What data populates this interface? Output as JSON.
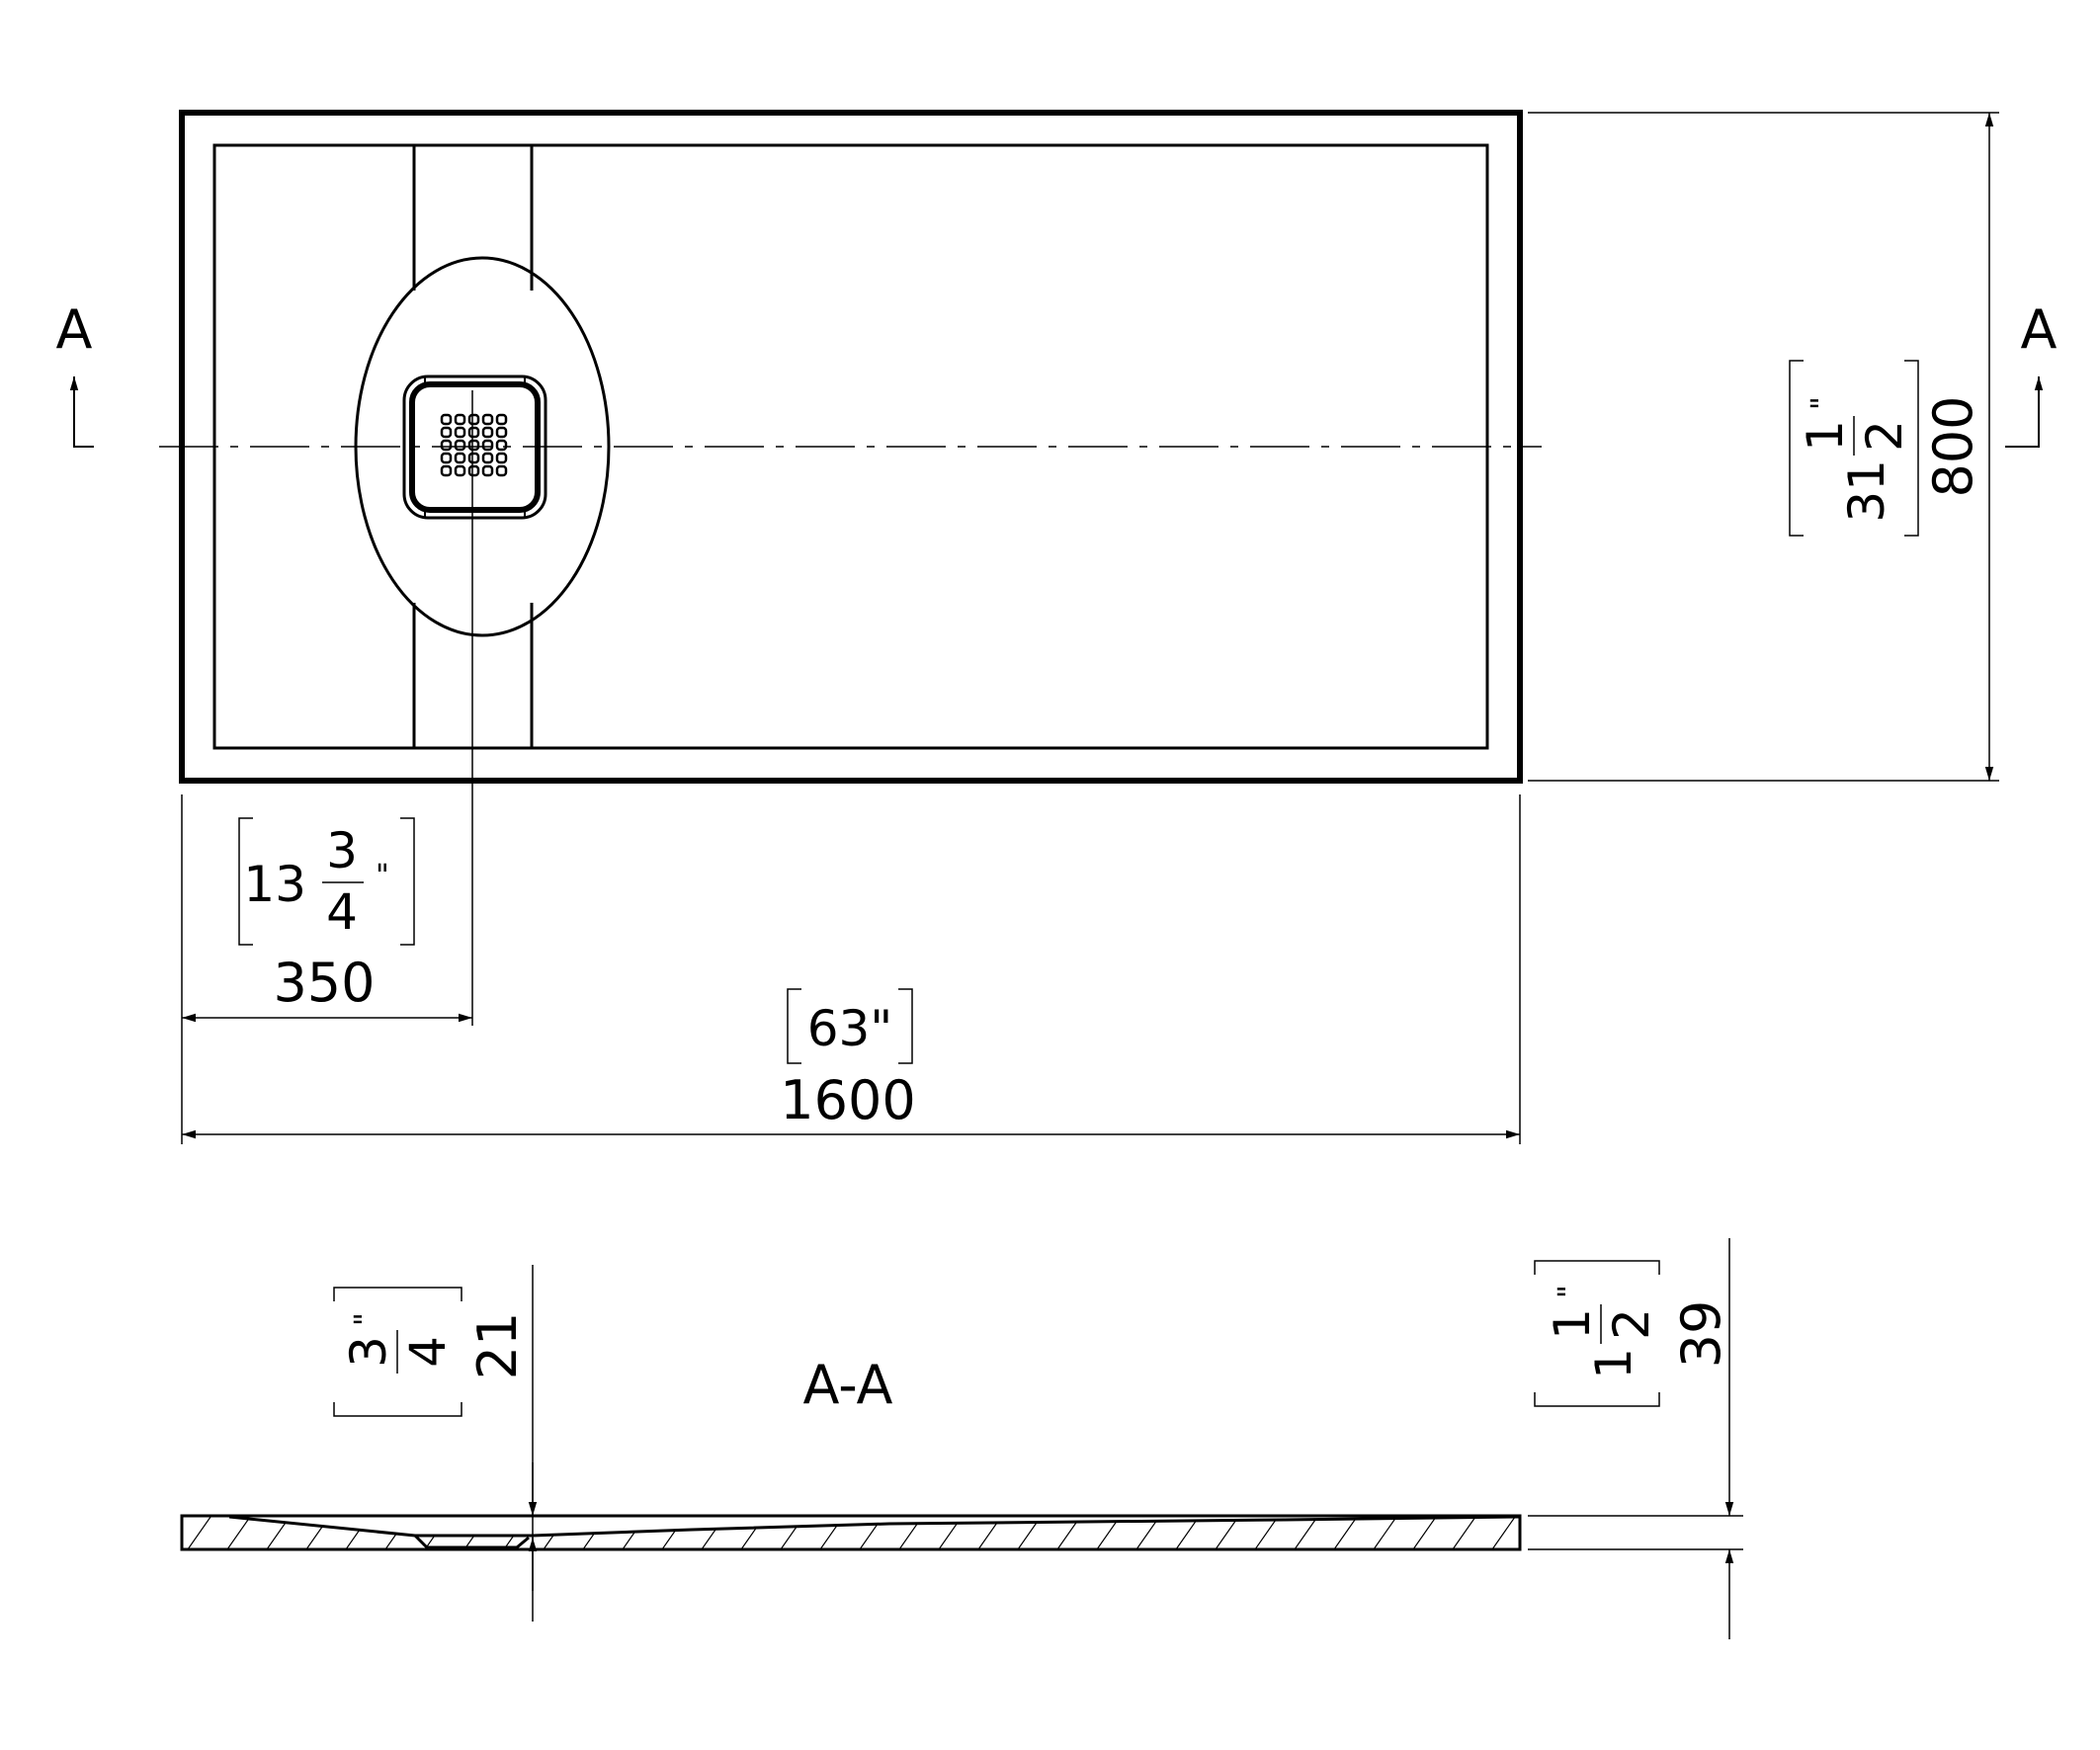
{
  "plan": {
    "section_marker_left": "A",
    "section_marker_right": "A"
  },
  "dimensions": {
    "width_mm": "1600",
    "width_in": "63\"",
    "depth_mm": "800",
    "depth_in_whole": "31",
    "depth_in_num": "1",
    "depth_in_den": "2",
    "depth_in_mark": "\"",
    "drain_offset_mm": "350",
    "drain_offset_in_whole": "13",
    "drain_offset_in_num": "3",
    "drain_offset_in_den": "4",
    "drain_offset_in_mark": "\"",
    "drain_height_mm": "21",
    "drain_height_in_num": "3",
    "drain_height_in_den": "4",
    "drain_height_in_mark": "\"",
    "total_height_mm": "39",
    "total_height_in_whole": "1",
    "total_height_in_num": "1",
    "total_height_in_den": "2",
    "total_height_in_mark": "\""
  },
  "section": {
    "title": "A-A"
  }
}
